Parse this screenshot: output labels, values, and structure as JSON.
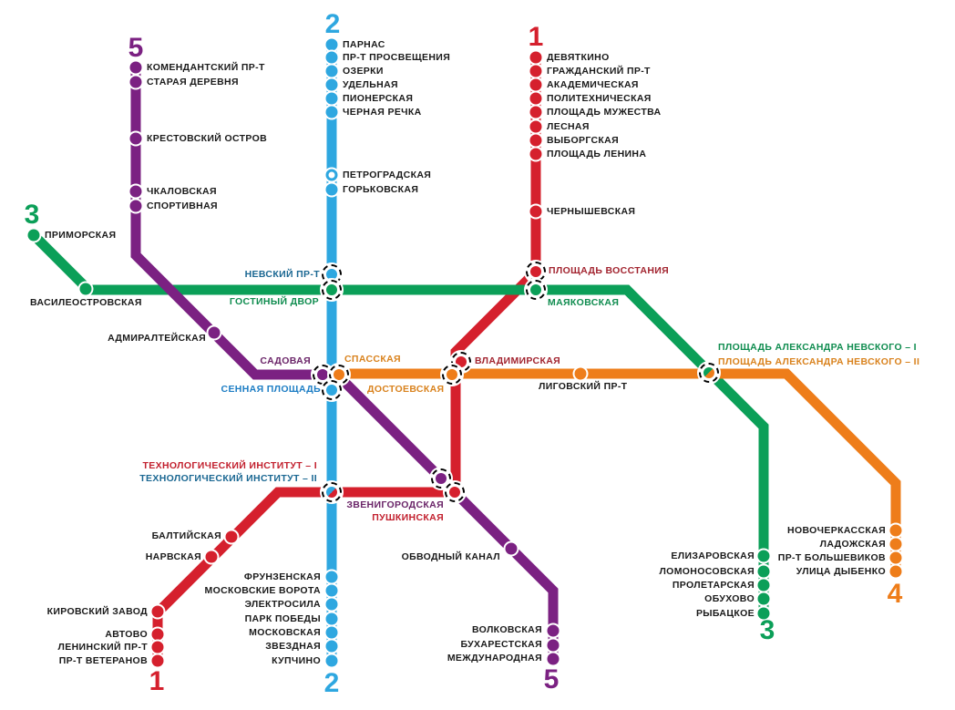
{
  "colors": {
    "background": "#ffffff",
    "transfer_ring_outline": "#000000",
    "default_label": "#1a1a1a"
  },
  "label_colors": {
    "default": "#1a1a1a",
    "red_dark": "#a2242f",
    "red_mid": "#c2202e",
    "green_dark": "#0f8c4f",
    "blue_dark": "#1a6792",
    "blue_mid": "#1d7dc4",
    "orange_dark": "#d9821d",
    "purple_dark": "#6a2468"
  },
  "lines": [
    {
      "number": "1",
      "color": "#d5202d",
      "stations": [
        "ДЕВЯТКИНО",
        "ГРАЖДАНСКИЙ ПР-Т",
        "АКАДЕМИЧЕСКАЯ",
        "ПОЛИТЕХНИЧЕСКАЯ",
        "ПЛОЩАДЬ МУЖЕСТВА",
        "ЛЕСНАЯ",
        "ВЫБОРГСКАЯ",
        "ПЛОЩАДЬ ЛЕНИНА",
        "ЧЕРНЫШЕВСКАЯ",
        "ПЛОЩАДЬ ВОССТАНИЯ",
        "ВЛАДИМИРСКАЯ",
        "ПУШКИНСКАЯ",
        "ТЕХНОЛОГИЧЕСКИЙ ИНСТИТУТ – I",
        "БАЛТИЙСКАЯ",
        "НАРВСКАЯ",
        "КИРОВСКИЙ ЗАВОД",
        "АВТОВО",
        "ЛЕНИНСКИЙ ПР-Т",
        "ПР-Т ВЕТЕРАНОВ"
      ]
    },
    {
      "number": "2",
      "color": "#2ea7e0",
      "stations": [
        "ПАРНАС",
        "ПР-Т ПРОСВЕЩЕНИЯ",
        "ОЗЕРКИ",
        "УДЕЛЬНАЯ",
        "ПИОНЕРСКАЯ",
        "ЧЕРНАЯ РЕЧКА",
        "ПЕТРОГРАДСКАЯ",
        "ГОРЬКОВСКАЯ",
        "НЕВСКИЙ ПР-Т",
        "СЕННАЯ ПЛОЩАДЬ",
        "ТЕХНОЛОГИЧЕСКИЙ ИНСТИТУТ – II",
        "ФРУНЗЕНСКАЯ",
        "МОСКОВСКИЕ ВОРОТА",
        "ЭЛЕКТРОСИЛА",
        "ПАРК ПОБЕДЫ",
        "МОСКОВСКАЯ",
        "ЗВЕЗДНАЯ",
        "КУПЧИНО"
      ]
    },
    {
      "number": "3",
      "color": "#0b9f58",
      "stations": [
        "ПРИМОРСКАЯ",
        "ВАСИЛЕОСТРОВСКАЯ",
        "ГОСТИНЫЙ ДВОР",
        "МАЯКОВСКАЯ",
        "ПЛОЩАДЬ АЛЕКСАНДРА НЕВСКОГО – I",
        "ЕЛИЗАРОВСКАЯ",
        "ЛОМОНОСОВСКАЯ",
        "ПРОЛЕТАРСКАЯ",
        "ОБУХОВО",
        "РЫБАЦКОЕ"
      ]
    },
    {
      "number": "4",
      "color": "#ee7d1a",
      "stations": [
        "СПАССКАЯ",
        "ДОСТОЕВСКАЯ",
        "ЛИГОВСКИЙ ПР-Т",
        "ПЛОЩАДЬ АЛЕКСАНДРА НЕВСКОГО – II",
        "НОВОЧЕРКАССКАЯ",
        "ЛАДОЖСКАЯ",
        "ПР-Т БОЛЬШЕВИКОВ",
        "УЛИЦА ДЫБЕНКО"
      ]
    },
    {
      "number": "5",
      "color": "#7b2182",
      "stations": [
        "КОМЕНДАНТСКИЙ ПР-Т",
        "СТАРАЯ ДЕРЕВНЯ",
        "КРЕСТОВСКИЙ ОСТРОВ",
        "ЧКАЛОВСКАЯ",
        "СПОРТИВНАЯ",
        "АДМИРАЛТЕЙСКАЯ",
        "САДОВАЯ",
        "ЗВЕНИГОРОДСКАЯ",
        "ОБВОДНЫЙ КАНАЛ",
        "ВОЛКОВСКАЯ",
        "БУХАРЕСТСКАЯ",
        "МЕЖДУНАРОДНАЯ"
      ]
    }
  ]
}
